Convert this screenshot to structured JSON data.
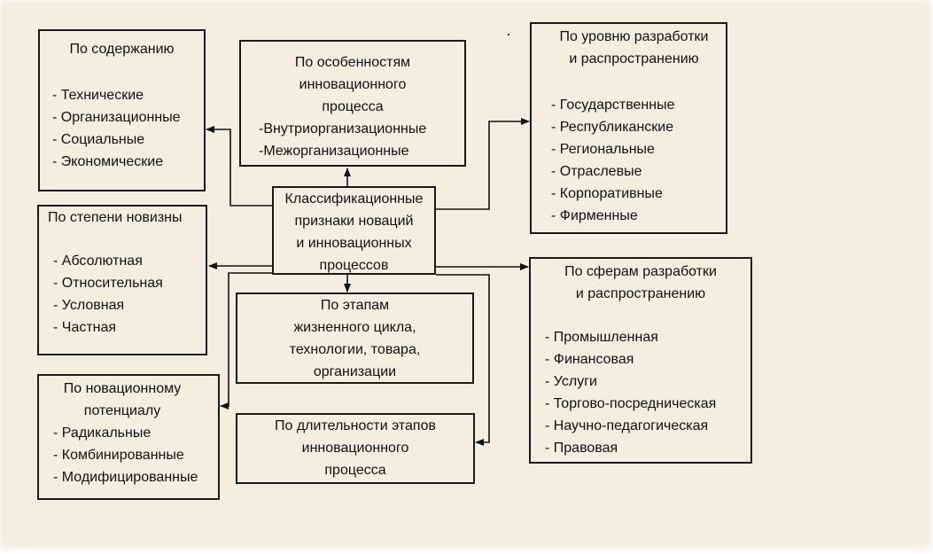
{
  "diagram": {
    "center": {
      "lines": [
        "Классификационные",
        "признаки новаций",
        "и инновационных",
        "процессов"
      ]
    },
    "content": {
      "title": "По содержанию",
      "items": [
        "- Технические",
        "- Организационные",
        "- Социальные",
        "- Экономические"
      ]
    },
    "process_features": {
      "title_lines": [
        "По особенностям",
        "инновационного",
        "процесса"
      ],
      "items": [
        "-Внутриорганизационные",
        "-Межорганизационные"
      ]
    },
    "level": {
      "title_lines": [
        "По уровню разработки",
        "и распространению"
      ],
      "items": [
        "- Государственные",
        "- Республиканские",
        "- Региональные",
        "- Отраслевые",
        "- Корпоративные",
        "- Фирменные"
      ]
    },
    "novelty": {
      "title": "По степени новизны",
      "items": [
        "- Абсолютная",
        "- Относительная",
        "- Условная",
        "- Частная"
      ]
    },
    "stages": {
      "title_lines": [
        "По этапам",
        "жизненного цикла,",
        "технологии, товара,",
        "организации"
      ]
    },
    "spheres": {
      "title_lines": [
        "По сферам разработки",
        "и распространению"
      ],
      "items": [
        "- Промышленная",
        "- Финансовая",
        "- Услуги",
        "- Торгово-посредническая",
        "- Научно-педагогическая",
        "- Правовая"
      ]
    },
    "potential": {
      "title_lines": [
        "По новационному",
        "потенциалу"
      ],
      "items": [
        "- Радикальные",
        "- Комбинированные",
        "- Модифицированные"
      ]
    },
    "duration": {
      "title_lines": [
        "По длительности этапов",
        "инновационного",
        "процесса"
      ]
    }
  }
}
